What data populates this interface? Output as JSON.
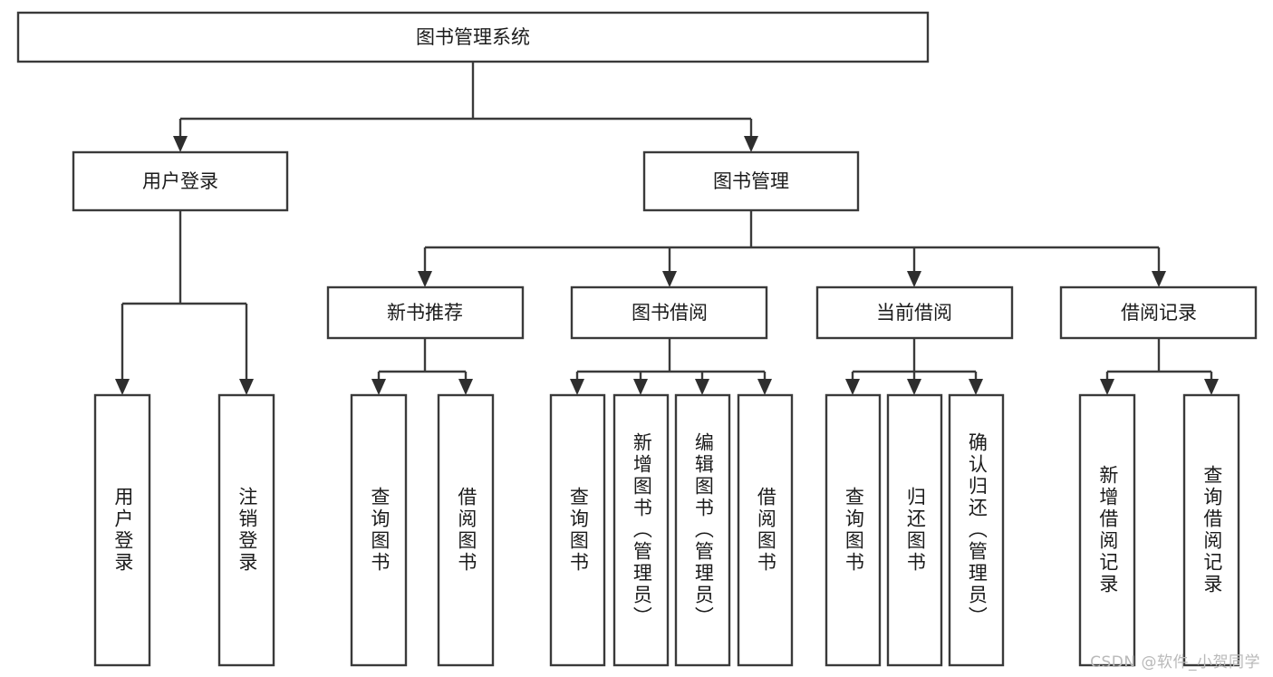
{
  "diagram": {
    "title": "图书管理系统",
    "type": "tree-hierarchy",
    "orientation": "top-down",
    "box_fill": "#ffffff",
    "box_stroke": "#3a3a3a",
    "text_color": "#1b1b1b",
    "connector_color": "#3a3a3a"
  },
  "watermark": {
    "text": "CSDN @软件_小贺同学",
    "color": "#b9b9b9"
  },
  "nodes": {
    "root": {
      "label": "图书管理系统",
      "level": 0
    },
    "level1": [
      {
        "id": "user-login",
        "label": "用户登录"
      },
      {
        "id": "book-manage",
        "label": "图书管理"
      }
    ],
    "level2": [
      {
        "id": "new-book-recommend",
        "label": "新书推荐"
      },
      {
        "id": "book-borrow",
        "label": "图书借阅"
      },
      {
        "id": "current-borrow",
        "label": "当前借阅"
      },
      {
        "id": "borrow-record",
        "label": "借阅记录"
      }
    ],
    "leaves": {
      "user-login": [
        {
          "id": "leaf-user-login",
          "label": "用户登录"
        },
        {
          "id": "leaf-user-logout",
          "label": "注销登录"
        }
      ],
      "new-book-recommend": [
        {
          "id": "leaf-query-book-1",
          "label": "查询图书"
        },
        {
          "id": "leaf-borrow-book-1",
          "label": "借阅图书"
        }
      ],
      "book-borrow": [
        {
          "id": "leaf-query-book-2",
          "label": "查询图书"
        },
        {
          "id": "leaf-add-book",
          "label": "新增图书（管理员）"
        },
        {
          "id": "leaf-edit-book",
          "label": "编辑图书（管理员）"
        },
        {
          "id": "leaf-borrow-book-2",
          "label": "借阅图书"
        }
      ],
      "current-borrow": [
        {
          "id": "leaf-query-book-3",
          "label": "查询图书"
        },
        {
          "id": "leaf-return-book",
          "label": "归还图书"
        },
        {
          "id": "leaf-confirm-return",
          "label": "确认归还（管理员）"
        }
      ],
      "borrow-record": [
        {
          "id": "leaf-add-record",
          "label": "新增借阅记录"
        },
        {
          "id": "leaf-query-record",
          "label": "查询借阅记录"
        }
      ]
    }
  }
}
